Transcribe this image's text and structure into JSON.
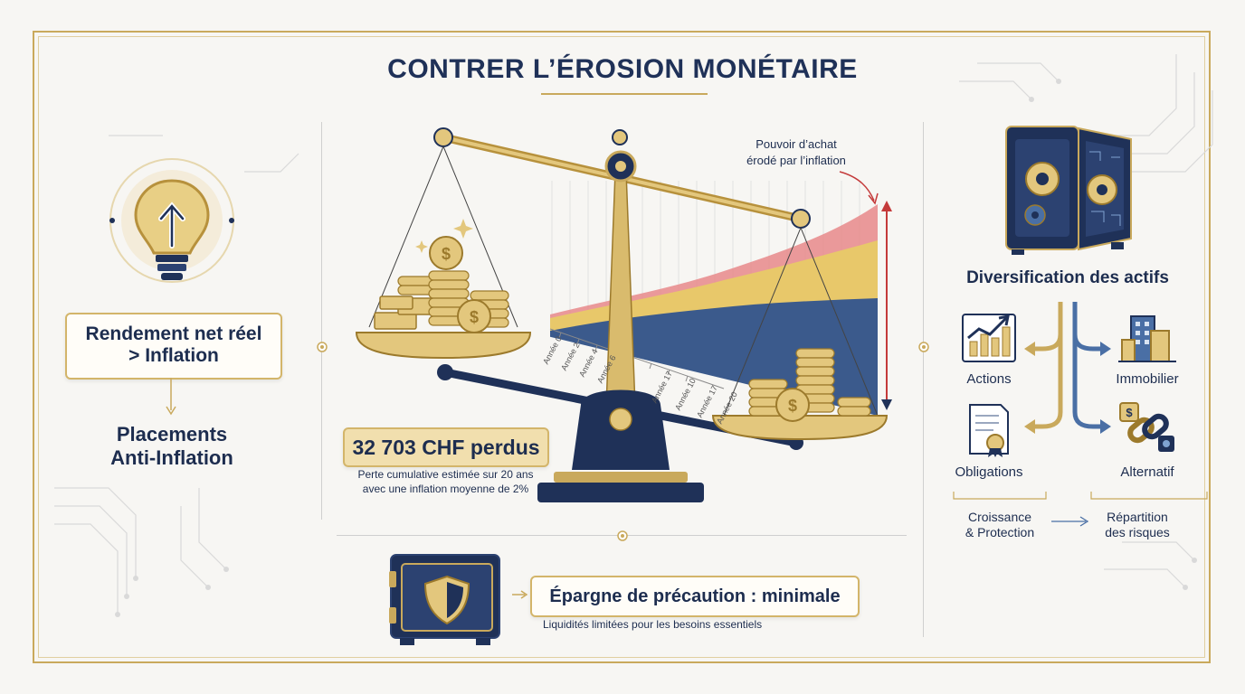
{
  "title": "CONTRER L’ÉROSION MONÉTAIRE",
  "left": {
    "rendement_line1": "Rendement net réel",
    "rendement_line2": "> Inflation",
    "placements_line1": "Placements",
    "placements_line2": "Anti-Inflation"
  },
  "center": {
    "chart_annotation_line1": "Pouvoir d’achat",
    "chart_annotation_line2": "érodé par l’inflation",
    "year_labels": [
      "Année 0",
      "Année 2",
      "Année 4",
      "Année 6",
      "Année 17",
      "Année 10",
      "Année 17",
      "Année 20"
    ],
    "loss_headline": "32 703 CHF perdus",
    "loss_desc_line1": "Perte cumulative estimée sur 20 ans",
    "loss_desc_line2": "avec une inflation moyenne de 2%",
    "currency_symbol": "$"
  },
  "bottom": {
    "epargne_title": "Épargne de précaution : minimale",
    "epargne_desc": "Liquidités limitées pour les besoins essentiels"
  },
  "right": {
    "diversification_title": "Diversification des actifs",
    "asset_actions": "Actions",
    "asset_immobilier": "Immobilier",
    "asset_obligations": "Obligations",
    "asset_alternatif": "Alternatif",
    "croissance_line1": "Croissance",
    "croissance_line2": "& Protection",
    "repartition_line1": "Répartition",
    "repartition_line2": "des risques"
  },
  "colors": {
    "navy": "#1f3158",
    "gold": "#c9a95c",
    "red_band": "#e8888a",
    "gold_band": "#e8c86a",
    "blue_band": "#3b5a8c"
  }
}
